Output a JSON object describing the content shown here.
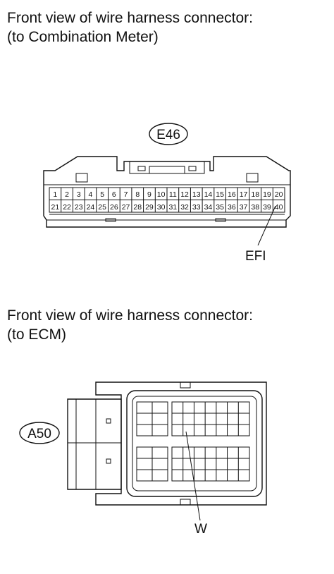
{
  "caption_meter": {
    "line1": "Front view of wire harness connector:",
    "line2": "(to Combination Meter)"
  },
  "caption_ecm": {
    "line1": "Front view of wire harness connector:",
    "line2": "(to ECM)"
  },
  "connector_e46": {
    "id": "E46",
    "pins_top": [
      "1",
      "2",
      "3",
      "4",
      "5",
      "6",
      "7",
      "8",
      "9",
      "10",
      "11",
      "12",
      "13",
      "14",
      "15",
      "16",
      "17",
      "18",
      "19",
      "20"
    ],
    "pins_bottom": [
      "21",
      "22",
      "23",
      "24",
      "25",
      "26",
      "27",
      "28",
      "29",
      "30",
      "31",
      "32",
      "33",
      "34",
      "35",
      "36",
      "37",
      "38",
      "39",
      "40"
    ],
    "pointer_label": "EFI"
  },
  "connector_a50": {
    "id": "A50",
    "pointer_label": "W"
  }
}
